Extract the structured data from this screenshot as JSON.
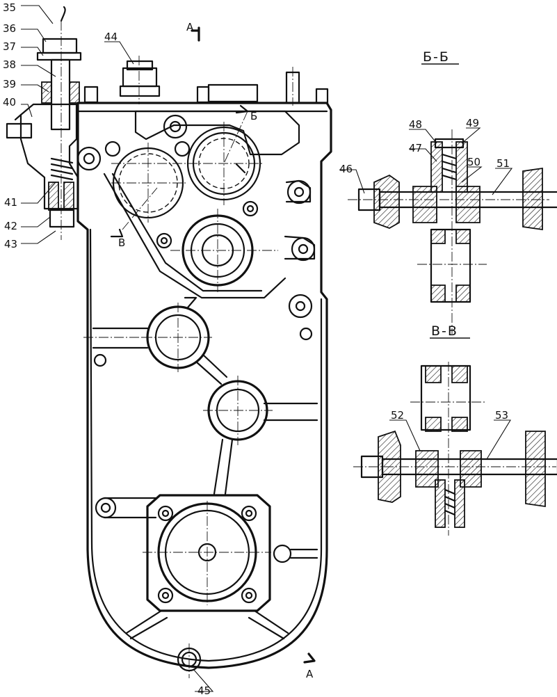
{
  "callouts": [
    "35",
    "36",
    "37",
    "38",
    "39",
    "40",
    "41",
    "42",
    "43",
    "44",
    "45",
    "46",
    "47",
    "48",
    "49",
    "50",
    "51",
    "52",
    "53"
  ],
  "sections": {
    "b_b": "Б-Б",
    "v_v": "В-В"
  },
  "cut_marks": {
    "a_top": "А",
    "a_bottom": "А",
    "b": "Б",
    "v": "В"
  }
}
